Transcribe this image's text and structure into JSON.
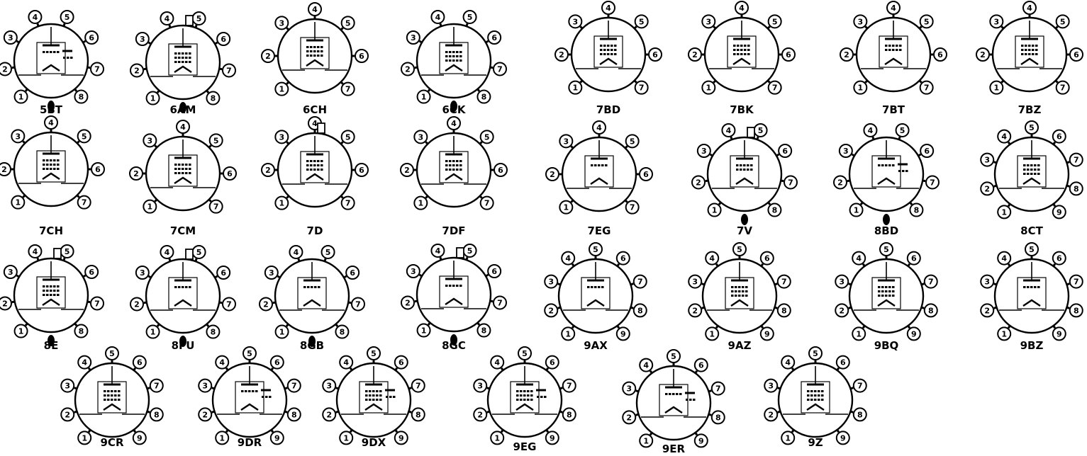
{
  "title": "",
  "colors": {
    "ink": "#000000",
    "paper": "#ffffff"
  },
  "diagrams": [
    {
      "label": "5BT",
      "pins": 8,
      "key": true,
      "structure": "triode-dual-plate"
    },
    {
      "label": "6AM",
      "pins": 8,
      "key": true,
      "structure": "pentode-top-cap"
    },
    {
      "label": "6CH",
      "pins": 7,
      "key": false,
      "structure": "pentode"
    },
    {
      "label": "6CK",
      "pins": 8,
      "key": true,
      "structure": "pentode"
    },
    {
      "label": "7BD",
      "pins": 7,
      "key": false,
      "structure": "pentode"
    },
    {
      "label": "7BK",
      "pins": 7,
      "key": false,
      "structure": "pentode"
    },
    {
      "label": "7BT",
      "pins": 7,
      "key": false,
      "structure": "tetrode"
    },
    {
      "label": "7BZ",
      "pins": 7,
      "key": false,
      "structure": "pentode"
    },
    {
      "label": "7CH",
      "pins": 7,
      "key": false,
      "structure": "pentode"
    },
    {
      "label": "7CM",
      "pins": 7,
      "key": false,
      "structure": "pentode"
    },
    {
      "label": "7D",
      "pins": 7,
      "key": false,
      "structure": "pentode-top-cap"
    },
    {
      "label": "7DF",
      "pins": 7,
      "key": false,
      "structure": "pentode"
    },
    {
      "label": "7EG",
      "pins": 7,
      "key": false,
      "structure": "triode"
    },
    {
      "label": "7V",
      "pins": 8,
      "key": true,
      "structure": "tetrode-top-cap"
    },
    {
      "label": "8BD",
      "pins": 8,
      "key": true,
      "structure": "dual-triode"
    },
    {
      "label": "8CT",
      "pins": 9,
      "key": false,
      "structure": "pentode"
    },
    {
      "label": "8E",
      "pins": 8,
      "key": true,
      "structure": "pentode-top-cap"
    },
    {
      "label": "8FU",
      "pins": 8,
      "key": true,
      "structure": "triode-top-cap"
    },
    {
      "label": "8GB",
      "pins": 8,
      "key": true,
      "structure": "triode"
    },
    {
      "label": "8GC",
      "pins": 8,
      "key": true,
      "structure": "triode-top-cap"
    },
    {
      "label": "9AX",
      "pins": 9,
      "key": false,
      "structure": "triode"
    },
    {
      "label": "9AZ",
      "pins": 9,
      "key": false,
      "structure": "pentode"
    },
    {
      "label": "9BQ",
      "pins": 9,
      "key": false,
      "structure": "pentode"
    },
    {
      "label": "9BZ",
      "pins": 9,
      "key": false,
      "structure": "triode"
    },
    {
      "label": "9CR",
      "pins": 9,
      "key": false,
      "structure": "pentode"
    },
    {
      "label": "9DR",
      "pins": 9,
      "key": false,
      "structure": "dual-triode"
    },
    {
      "label": "9DX",
      "pins": 9,
      "key": false,
      "structure": "pentode-triode"
    },
    {
      "label": "9EG",
      "pins": 9,
      "key": false,
      "structure": "pentode-triode"
    },
    {
      "label": "9ER",
      "pins": 9,
      "key": false,
      "structure": "dual-triode"
    },
    {
      "label": "9Z",
      "pins": 9,
      "key": false,
      "structure": "pentode"
    },
    {
      "label": "7EG",
      "pins": 7,
      "key": false,
      "structure": "hidden"
    }
  ]
}
